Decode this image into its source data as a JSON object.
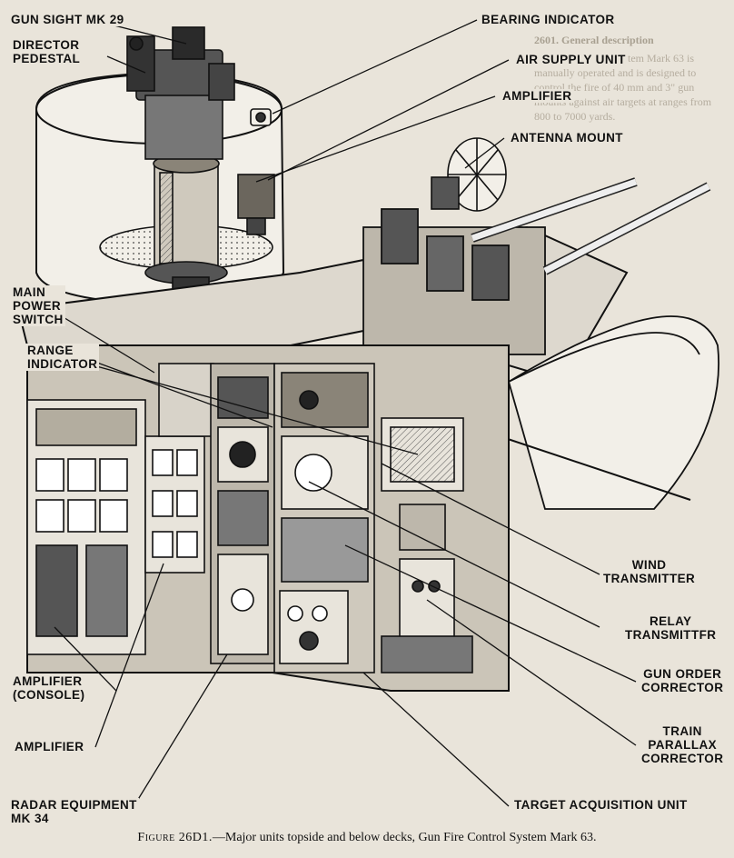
{
  "labels": {
    "gun_sight": "GUN SIGHT MK 29",
    "director_pedestal": "DIRECTOR\nPEDESTAL",
    "bearing_indicator": "BEARING INDICATOR",
    "air_supply": "AIR SUPPLY UNIT",
    "amplifier_top": "AMPLIFIER",
    "antenna_mount": "ANTENNA MOUNT",
    "main_power_switch": "MAIN\nPOWER\nSWITCH",
    "range_indicator": "RANGE\nINDICATOR",
    "wind_transmitter": "WIND\nTRANSMITTER",
    "relay_transmitter": "RELAY\nTRANSMITTFR",
    "gun_order_corrector": "GUN ORDER\nCORRECTOR",
    "train_parallax_corrector": "TRAIN\nPARALLAX\nCORRECTOR",
    "amplifier_console": "AMPLIFIER\n(CONSOLE)",
    "amplifier_low": "AMPLIFIER",
    "radar_equipment": "RADAR EQUIPMENT\nMK 34",
    "target_acquisition": "TARGET ACQUISITION UNIT"
  },
  "caption": {
    "figure": "Figure 26D1.",
    "text": "—Major units topside and below decks, Gun Fire Control System Mark 63."
  },
  "background_text": {
    "heading": "2601. General description",
    "body": "Gun Fire Control System Mark 63 is manually operated and is designed to control the fire of 40 mm and 3\" gun mounts against air targets at ranges from 800 to 7000 yards."
  }
}
